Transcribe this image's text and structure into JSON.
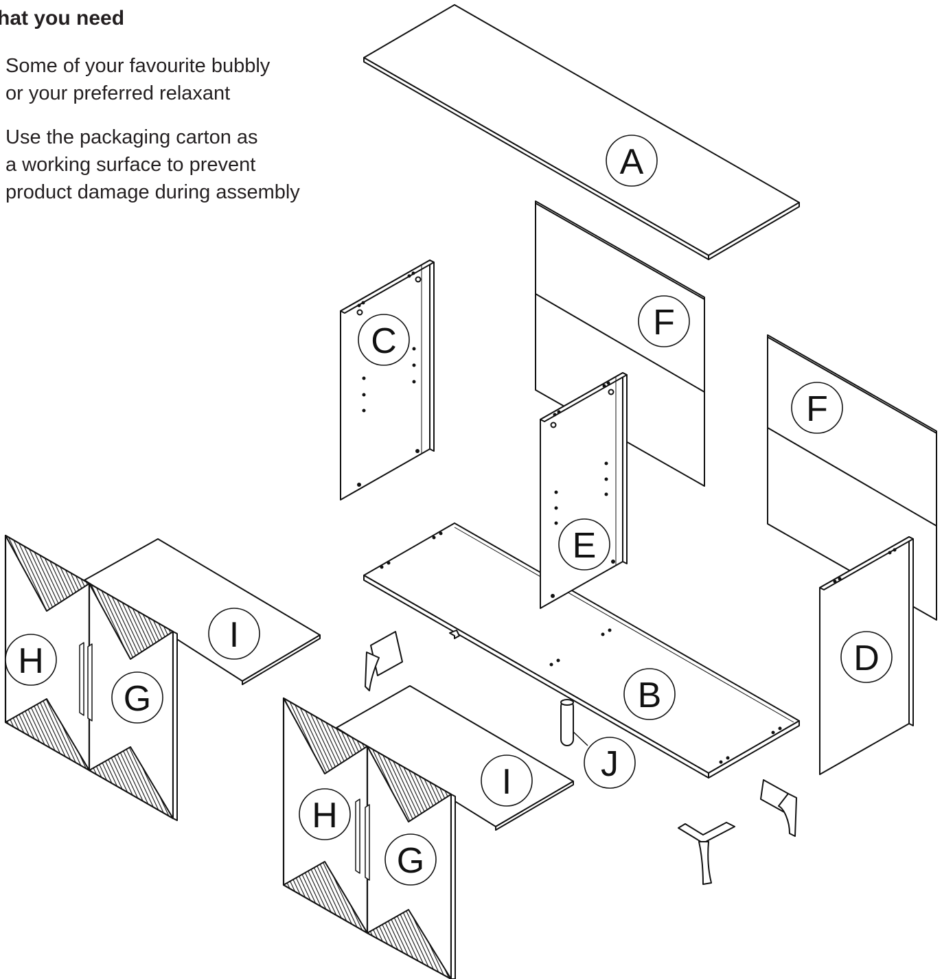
{
  "heading": "hat you need",
  "notes": [
    {
      "lines": [
        "Some of your favourite bubbly",
        "or your preferred relaxant"
      ]
    },
    {
      "lines": [
        "Use the packaging carton as",
        "a working surface to prevent",
        "product damage during assembly"
      ]
    }
  ],
  "parts": {
    "A": "A",
    "B": "B",
    "C": "C",
    "D": "D",
    "E": "E",
    "F1": "F",
    "F2": "F",
    "G1": "G",
    "G2": "G",
    "H1": "H",
    "H2": "H",
    "I1": "I",
    "I2": "I",
    "J": "J"
  },
  "colors": {
    "line": "#111111",
    "text": "#231f20",
    "background": "#ffffff"
  }
}
